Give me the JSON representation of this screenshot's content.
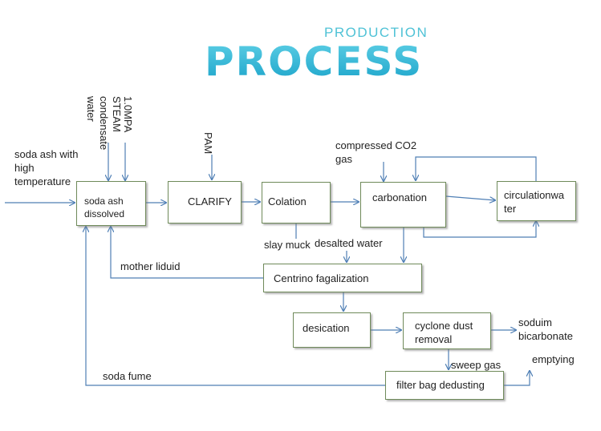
{
  "header": {
    "subtitle": "PRODUCTION",
    "title": "PROCESS"
  },
  "inputs": {
    "soda_ash_high_temp": [
      "soda ash with",
      "high",
      "temperature"
    ],
    "pressure": "1.0MPA",
    "steam": "STEAM",
    "condensate": "condensate",
    "water": "water",
    "pam": "PAM",
    "compressed_co2": [
      "compressed CO2",
      "gas"
    ]
  },
  "boxes": {
    "soda_ash_dissolved": [
      "soda ash",
      "dissolved"
    ],
    "clarify": "CLARIFY",
    "colation": "Colation",
    "carbonation": "carbonation",
    "circulation_water": [
      "circulationwa",
      "ter"
    ],
    "centrino": "Centrino fagalization",
    "desication": "desication",
    "cyclone": [
      "cyclone dust",
      "removal"
    ],
    "filter_bag": "filter bag dedusting"
  },
  "labels": {
    "slay_muck": "slay muck",
    "desalted_water": "desalted water",
    "mother_liquid": "mother liduid",
    "soda_fume": "soda fume",
    "sweep_gas": "sweep gas",
    "emptying": "emptying",
    "sodium_bicarbonate": [
      "soduim",
      "bicarbonate"
    ]
  },
  "colors": {
    "line": "#4f7fb5",
    "box_border": "#6f8a5a",
    "title_cyan": "#1aa3c9"
  }
}
